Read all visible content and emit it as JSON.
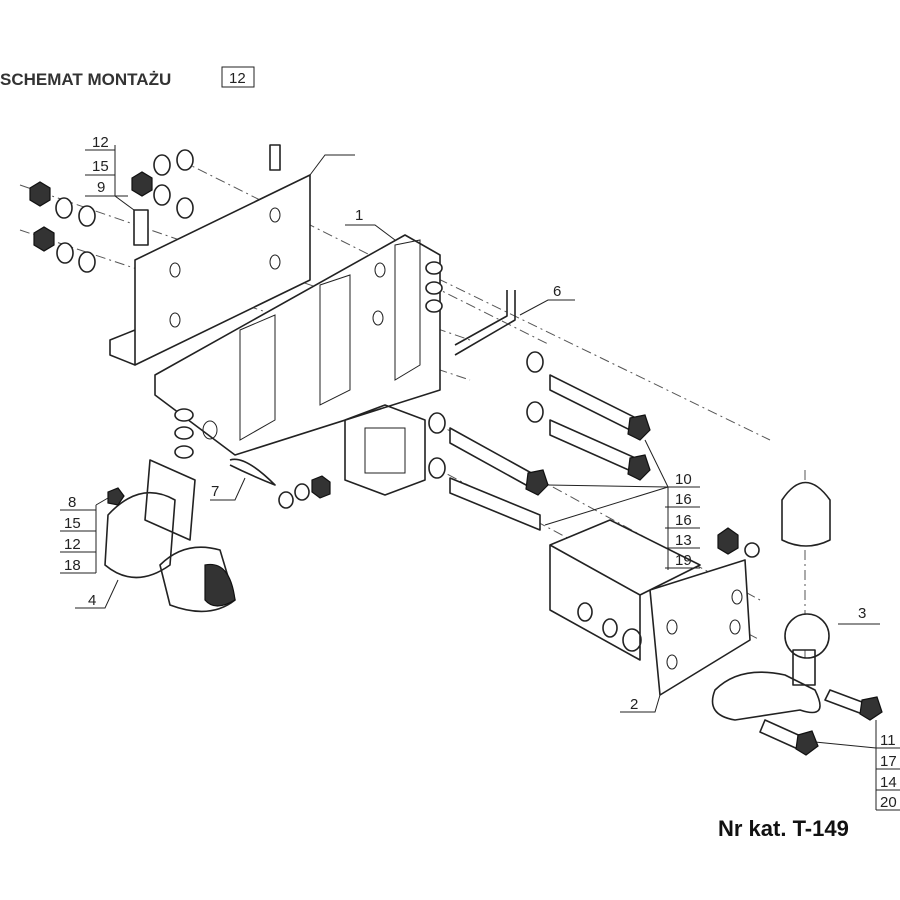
{
  "header": {
    "title": "SCHEMAT MONTAŻU",
    "sheet_box": "12"
  },
  "catalog": "Nr kat. T-149",
  "callouts": {
    "top_left_stack": [
      "12",
      "15",
      "9"
    ],
    "left_stack": [
      "8",
      "15",
      "12",
      "18"
    ],
    "part_4": "4",
    "part_7": "7",
    "part_1": "1",
    "part_6": "6",
    "right_stack": [
      "10",
      "16",
      "16",
      "13",
      "19"
    ],
    "part_3": "3",
    "part_2": "2",
    "bottom_right_stack": [
      "11",
      "17",
      "14",
      "20"
    ]
  }
}
